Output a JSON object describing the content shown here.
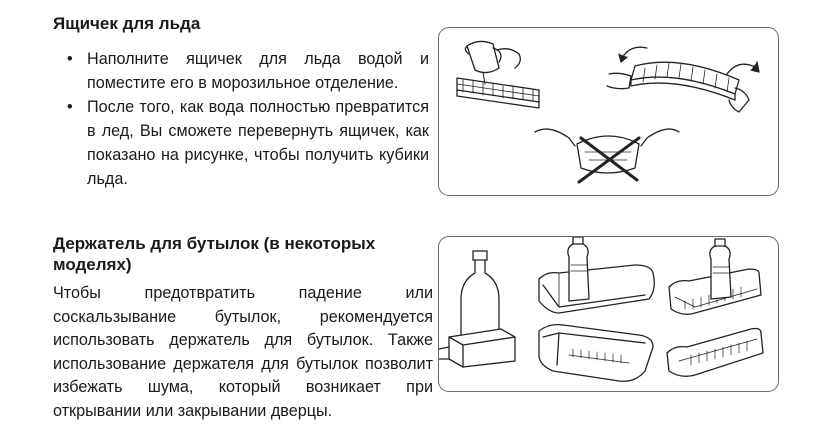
{
  "ice_tray": {
    "heading": "Ящичек для льда",
    "bullets": [
      "Наполните ящичек для льда водой и поместите его в морозильное отделение.",
      "После того, как вода полностью превратится в лед, Вы сможете перевернуть ящичек, как показано на рисунке, чтобы получить кубики льда."
    ]
  },
  "bottle_holder": {
    "heading": "Держатель для бутылок (в некоторых моделях)",
    "paragraph": "Чтобы предотвратить падение или соскальзывание бутылок, рекомендуется использовать держатель для бутылок. Также использование держателя для бутылок позволит избежать шума, который возникает при открывании или закрывании дверцы."
  },
  "colors": {
    "text": "#1a1a1a",
    "frame": "#6a6a6a",
    "line_art": "#222222"
  }
}
